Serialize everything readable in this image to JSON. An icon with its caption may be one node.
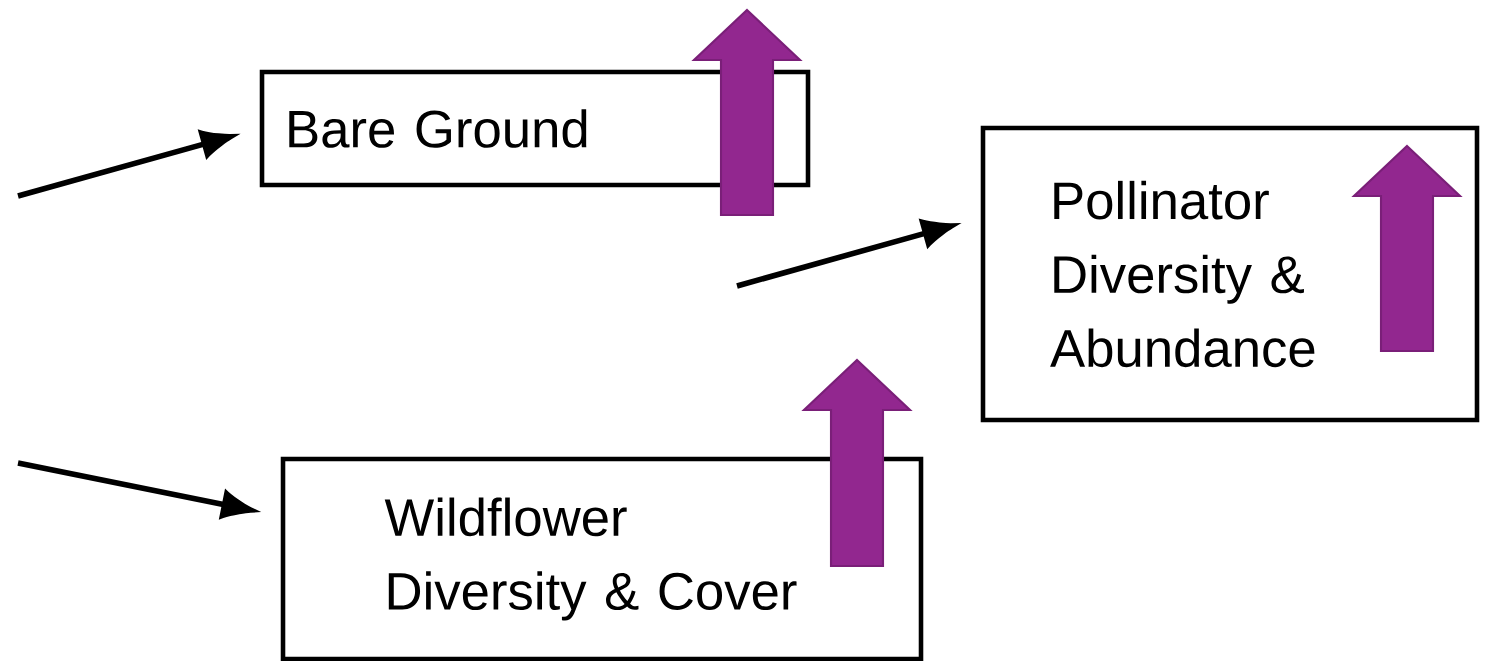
{
  "diagram": {
    "nodes": [
      {
        "text": [
          "Bare Ground"
        ]
      },
      {
        "text": [
          "Pollinator Diversity & Abundance"
        ]
      },
      {
        "text": [
          "Wildflower Diversity & Cover"
        ]
      }
    ],
    "edges": [
      {
        "from": null,
        "to": 0,
        "arrow": "to"
      },
      {
        "from": null,
        "to": 1,
        "arrow": "to"
      },
      {
        "from": null,
        "to": 2,
        "arrow": "to"
      }
    ]
  }
}
